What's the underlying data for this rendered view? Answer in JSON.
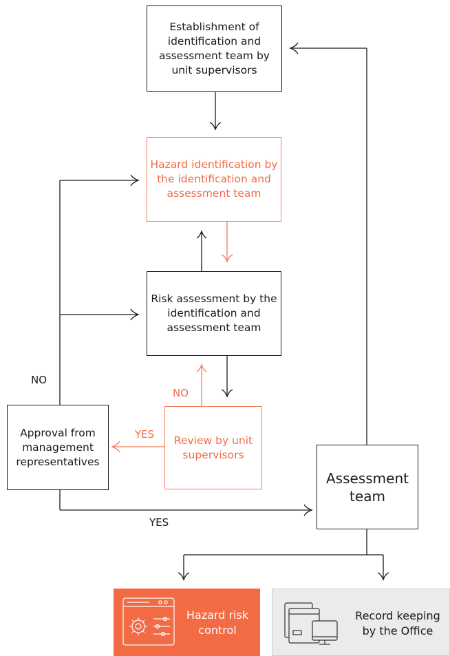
{
  "boxes": {
    "establishment": "Establishment of identification and assessment team by unit supervisors",
    "hazard_identification": "Hazard identification by the identification and assessment team",
    "risk_assessment": "Risk assessment by the identification and assessment team",
    "approval": "Approval from management representatives",
    "review": "Review by unit supervisors",
    "assessment_team": "Assessment team"
  },
  "labels": {
    "no_left": "NO",
    "no_review": "NO",
    "yes_review": "YES",
    "yes_bottom": "YES"
  },
  "cards": {
    "control": "Hazard risk control",
    "record": "Record keeping by the Office"
  },
  "icons": {
    "control": "settings-panel-icon",
    "record": "files-computer-icon"
  },
  "colors": {
    "accent": "#f26b45",
    "line": "#1a1a1a",
    "card_gray": "#ebebeb"
  }
}
